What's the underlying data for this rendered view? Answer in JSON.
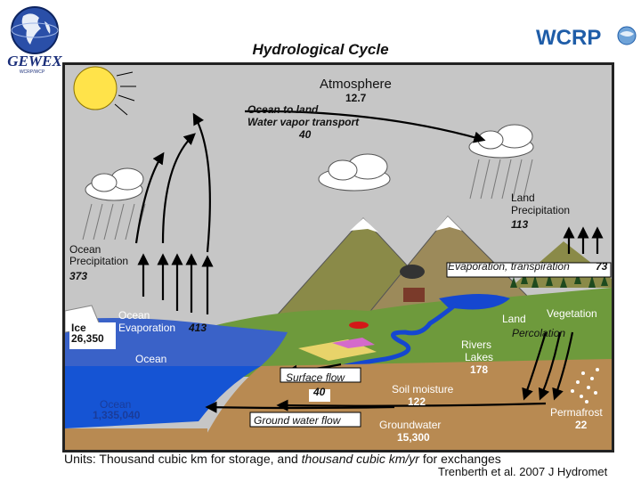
{
  "title": "Hydrological Cycle",
  "logo_left": {
    "text": "GEWEX",
    "sub": "WCRP/WCP"
  },
  "logo_right": {
    "text": "WCRP"
  },
  "labels": {
    "atmosphere": "Atmosphere",
    "atmosphere_value": "12.7",
    "ocean_to_land_1": "Ocean to land",
    "ocean_to_land_2": "Water vapor transport",
    "ocean_to_land_value": "40",
    "land_precip_1": "Land",
    "land_precip_2": "Precipitation",
    "land_precip_value": "113",
    "ocean_precip_1": "Ocean",
    "ocean_precip_2": "Precipitation",
    "ocean_precip_value": "373",
    "evap_transp": "Evaporation, transpiration",
    "evap_transp_value": "73",
    "ice": "Ice",
    "ice_value": "26,350",
    "ocean_evap_1": "Ocean",
    "ocean_evap_2": "Evaporation",
    "ocean_evap_value": "413",
    "ocean_surface": "Ocean",
    "land": "Land",
    "vegetation": "Vegetation",
    "percolation": "Percolation",
    "rivers_1": "Rivers",
    "rivers_2": "Lakes",
    "rivers_value": "178",
    "surface_flow": "Surface flow",
    "surface_flow_value": "40",
    "soil_moisture": "Soil moisture",
    "soil_moisture_value": "122",
    "ocean_storage": "Ocean",
    "ocean_storage_value": "1,335,040",
    "ground_water_flow": "Ground water flow",
    "groundwater": "Groundwater",
    "groundwater_value": "15,300",
    "permafrost": "Permafrost",
    "permafrost_value": "22"
  },
  "units_prefix": "Units: Thousand cubic km for storage, and ",
  "units_italic": "thousand cubic km/yr",
  "units_suffix": " for exchanges",
  "citation": "Trenberth et al. 2007 J Hydromet"
}
